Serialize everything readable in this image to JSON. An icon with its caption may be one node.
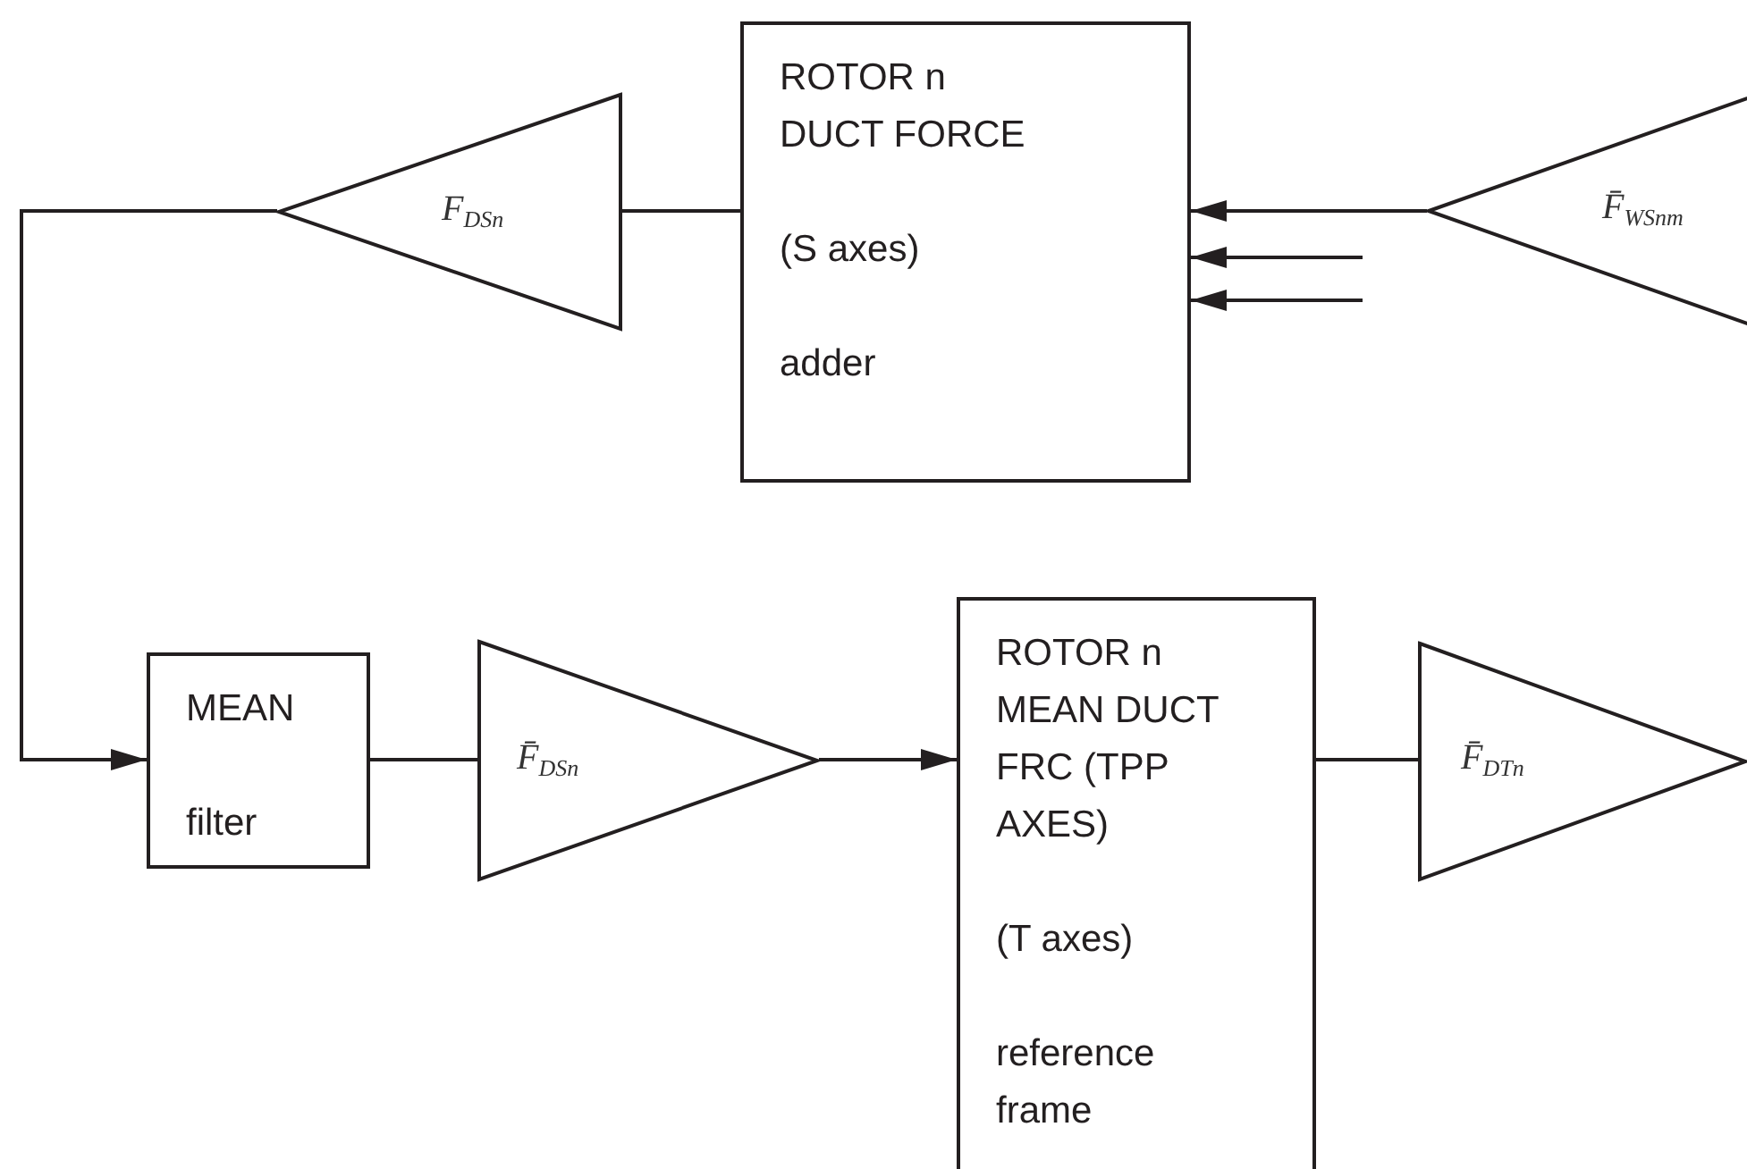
{
  "diagram": {
    "nodes": [
      {
        "text": [
          "ROTOR n DUCT FORCE",
          "(S axes)",
          "adder"
        ]
      },
      {
        "text": [
          "F$_{DSn}$"
        ]
      },
      {
        "text": [
          "F̄$_{WSnm}$"
        ]
      },
      {
        "text": [
          "MEAN",
          "filter"
        ]
      },
      {
        "text": [
          "F̄$_{DSn}$"
        ]
      },
      {
        "text": [
          "ROTOR n MEAN DUCT FRC (TPP AXES)",
          "(T axes)",
          "reference frame"
        ]
      },
      {
        "text": [
          "F̄$_{DTn}$"
        ]
      }
    ],
    "edges": [
      {
        "from": 0,
        "to": 1,
        "arrow": "none"
      },
      {
        "from": 2,
        "to": 0,
        "arrow": "to"
      },
      {
        "from": null,
        "to": 0,
        "arrow": "to"
      },
      {
        "from": null,
        "to": 0,
        "arrow": "to"
      },
      {
        "from": 1,
        "to": 3,
        "arrow": "to"
      },
      {
        "from": 3,
        "to": 4,
        "arrow": "none"
      },
      {
        "from": 4,
        "to": 5,
        "arrow": "to"
      },
      {
        "from": 5,
        "to": 6,
        "arrow": "none"
      }
    ]
  }
}
